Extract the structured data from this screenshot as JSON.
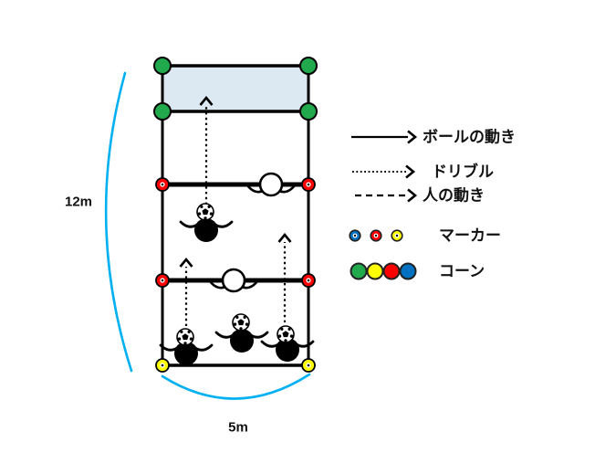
{
  "pitch": {
    "height_label": "12m",
    "width_label": "5m",
    "zone_fill": "#DCE9F2",
    "dimension_arc_color": "#00B0F0",
    "cone_color": "#21A94D",
    "marker_red": "#FF0000",
    "marker_yellow": "#FFFF00",
    "line_color": "#000000"
  },
  "legend": {
    "items": [
      {
        "symbol": "solid-arrow",
        "label": "ボールの動き"
      },
      {
        "symbol": "dotted-arrow",
        "label": "ドリブル"
      },
      {
        "symbol": "dashed-arrow",
        "label": "人の動き"
      },
      {
        "symbol": "markers",
        "label": "マーカー",
        "colors": [
          "#0070C0",
          "#FF0000",
          "#FFFF00"
        ]
      },
      {
        "symbol": "cones",
        "label": "コーン",
        "colors": [
          "#21A94D",
          "#FFFF00",
          "#FF0000",
          "#0070C0"
        ]
      }
    ]
  }
}
